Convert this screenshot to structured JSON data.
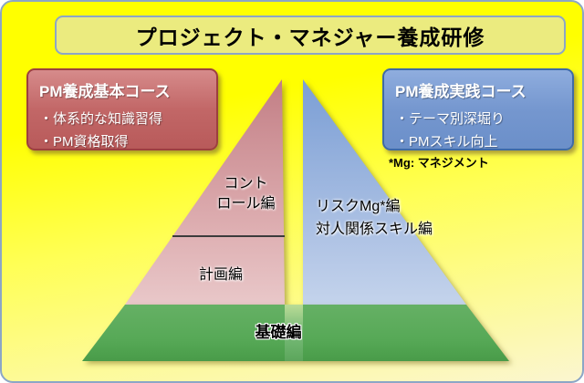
{
  "page": {
    "bg_top_color": "#ffff00",
    "bg_bottom_color": "#fbf6d0",
    "border_color": "#8ca6c6"
  },
  "title": {
    "text": "プロジェクト・マネジャー養成研修"
  },
  "left_box": {
    "heading": "PM養成基本コース",
    "bullets": [
      "・体系的な知識習得",
      "・PM資格取得"
    ],
    "fill_color": "#c26767",
    "border_color": "#9c3f3f"
  },
  "right_box": {
    "heading": "PM養成実践コース",
    "bullets": [
      "・テーマ別深堀り",
      "・PMスキル向上"
    ],
    "fill_color": "#7597cf",
    "border_color": "#3e6aa6"
  },
  "note": {
    "text": "*Mg: マネジメント"
  },
  "pyramid": {
    "left_triangle": {
      "color_top": "#b2666f",
      "color_bottom": "#f3e4e3",
      "section_upper_line1": "コント",
      "section_upper_line2": "ロール編",
      "section_lower": "計画編"
    },
    "right_triangle": {
      "color_top": "#6b93d0",
      "color_bottom": "#dde7f4",
      "label_line1": "リスクMg*編",
      "label_line2": "対人関係スキル編"
    },
    "base_band": {
      "color_top": "#f6fbf6",
      "color_bottom": "#3c8a3c",
      "label": "基礎編"
    }
  }
}
